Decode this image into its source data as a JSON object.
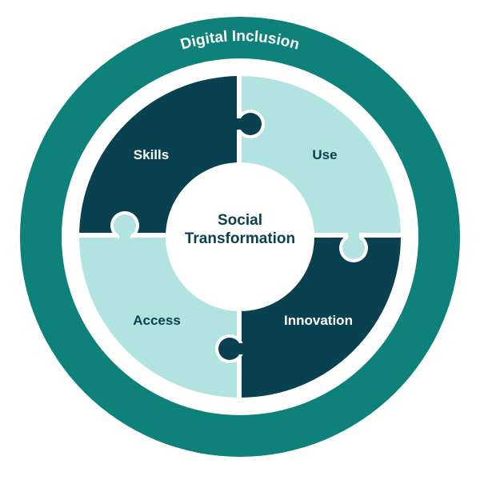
{
  "outer_label": "Digital Inclusion",
  "center_label": [
    "Social",
    "Transformation"
  ],
  "pieces": {
    "skills": "Skills",
    "use": "Use",
    "access": "Access",
    "innovation": "Innovation"
  },
  "colors": {
    "ring": "#0e817a",
    "dark": "#0a4151",
    "light": "#b1e4e1",
    "white": "#ffffff"
  }
}
